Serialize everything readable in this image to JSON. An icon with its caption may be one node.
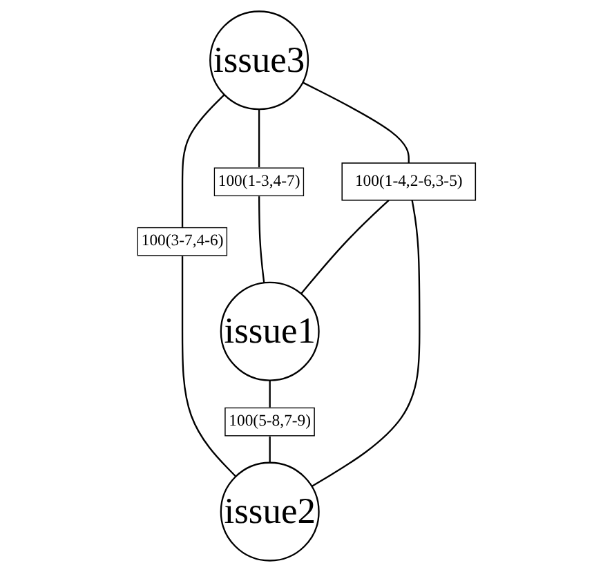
{
  "diagram": {
    "nodes": [
      {
        "text": [
          "issue3"
        ]
      },
      {
        "text": [
          "issue1"
        ]
      },
      {
        "text": [
          "issue2"
        ]
      },
      {
        "text": [
          "100(1-4,2-6,3-5)"
        ]
      }
    ],
    "edges": [
      {
        "from": 0,
        "to": 1,
        "arrow": "none",
        "label": "100(1-3,4-7)"
      },
      {
        "from": 0,
        "to": 2,
        "arrow": "none",
        "label": "100(3-7,4-6)"
      },
      {
        "from": 1,
        "to": 2,
        "arrow": "none",
        "label": "100(5-8,7-9)"
      },
      {
        "from": 0,
        "to": 3,
        "arrow": "none"
      },
      {
        "from": 3,
        "to": 1,
        "arrow": "none"
      },
      {
        "from": 3,
        "to": 2,
        "arrow": "none"
      }
    ]
  }
}
